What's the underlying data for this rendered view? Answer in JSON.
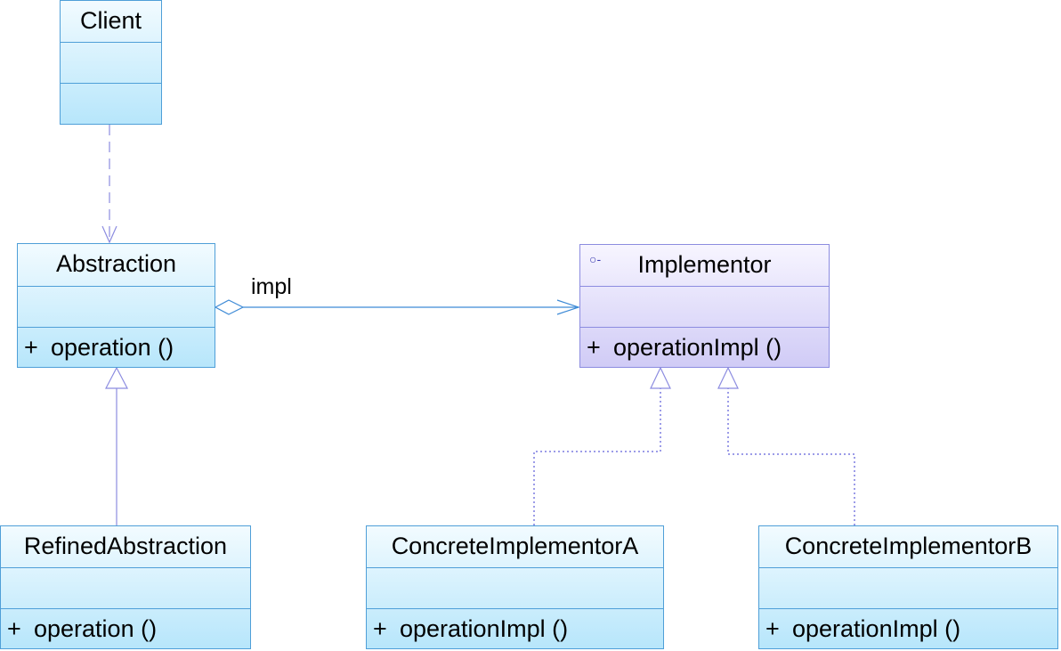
{
  "colors": {
    "class_border": "#4f9fd8",
    "interface_border": "#8c8ce0",
    "dependency_line": "#8c8ce0",
    "association_line": "#3d8ad6",
    "realization_line": "#3a3ad0"
  },
  "classes": {
    "client": {
      "name": "Client"
    },
    "abstraction": {
      "name": "Abstraction",
      "op_vis": "+",
      "op": "operation ()"
    },
    "implementor": {
      "name": "Implementor",
      "stereo_icon": "interface-lollipop-icon",
      "stereo": "○-",
      "op_vis": "+",
      "op": "operationImpl ()"
    },
    "refined": {
      "name": "RefinedAbstraction",
      "op_vis": "+",
      "op": "operation ()"
    },
    "concreteA": {
      "name": "ConcreteImplementorA",
      "op_vis": "+",
      "op": "operationImpl ()"
    },
    "concreteB": {
      "name": "ConcreteImplementorB",
      "op_vis": "+",
      "op": "operationImpl ()"
    }
  },
  "relations": {
    "impl_label": "impl"
  }
}
